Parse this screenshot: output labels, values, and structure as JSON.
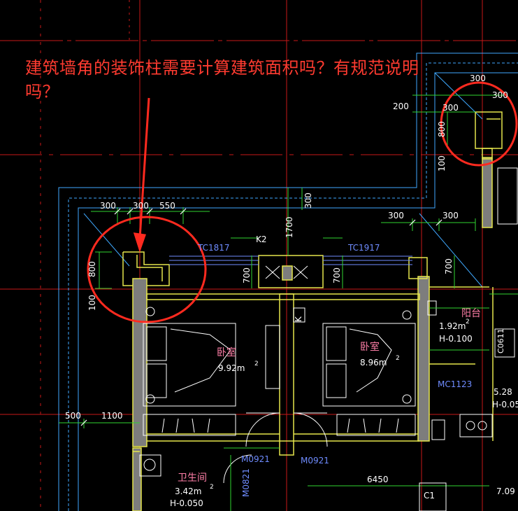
{
  "question": {
    "line1": "建筑墙角的装饰柱需要计算建筑面积吗？有规范说明",
    "line2": "吗？"
  },
  "dimensions": {
    "top_300a": "300",
    "top_300b": "300",
    "left_200": "200",
    "col_300": "300",
    "col_800": "800",
    "col_100": "100",
    "mid_300a": "300",
    "mid_300b": "300",
    "mid_550": "550",
    "mid_300c": "300",
    "mid_300d": "300",
    "v_800": "800",
    "v_100": "100",
    "v_300": "300",
    "v_1700": "1700",
    "v_700a": "700",
    "v_700b": "700",
    "v_700c": "700",
    "bot_500": "500",
    "bot_1100": "1100",
    "bot_6450": "6450",
    "right_528": "5.28",
    "right_709": "7.09"
  },
  "labels": {
    "tc_left": "TC1817",
    "tc_right": "TC1917",
    "k2": "K2",
    "k": "K",
    "room1_name": "卧室",
    "room1_area": "9.92m",
    "room1_sup": "2",
    "room2_name": "卧室",
    "room2_area": "8.96m",
    "room2_sup": "2",
    "balcony_name": "阳台",
    "balcony_area": "1.92m",
    "balcony_sup": "2",
    "balcony_h": "H-0.100",
    "mc": "MC1123",
    "right_h": "H-0.05",
    "door1": "M0921",
    "door2": "M0921",
    "door3": "M0821",
    "bath_name": "卫生间",
    "bath_area": "3.42m",
    "bath_sup": "2",
    "bath_h": "H-0.050",
    "c1": "C1",
    "side_code": "C0611"
  },
  "colors": {
    "annotation": "#ff3b30",
    "wall": "#e6e64c",
    "grid": "#d21a1a",
    "dimension": "#2fd52f",
    "outline": "#3fa9ff",
    "hatch": "#8a8a8a",
    "window": "#5aa0ff"
  }
}
